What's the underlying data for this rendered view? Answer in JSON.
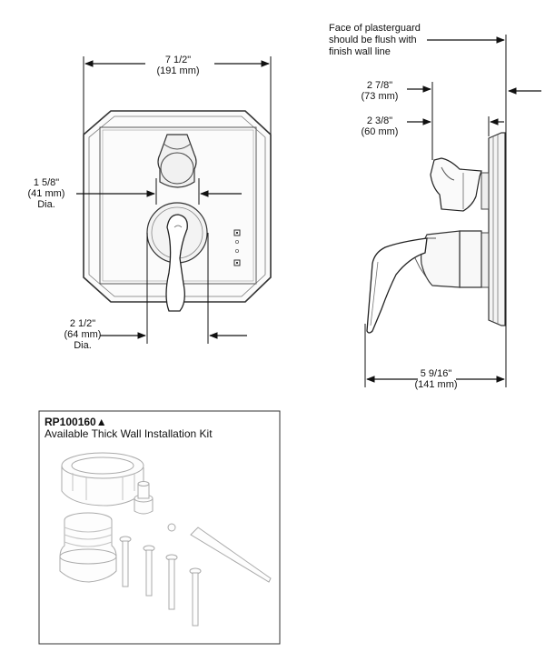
{
  "front_view": {
    "width_dim": [
      "7 1/2\"",
      "(191 mm)"
    ],
    "top_dia_dim": [
      "1 5/8\"",
      "(41 mm)",
      "Dia."
    ],
    "bottom_dia_dim": [
      "2 1/2\"",
      "(64 mm)",
      "Dia."
    ]
  },
  "side_view": {
    "note": [
      "Face of plasterguard",
      "should be flush with",
      "finish wall line"
    ],
    "dim_a": [
      "2 7/8\"",
      "(73 mm)"
    ],
    "dim_b": [
      "2 3/8\"",
      "(60 mm)"
    ],
    "depth_dim": [
      "5 9/16\"",
      "(141 mm)"
    ]
  },
  "kit": {
    "part_number": "RP100160",
    "marker": "▲",
    "title": "Available Thick Wall Installation Kit"
  }
}
